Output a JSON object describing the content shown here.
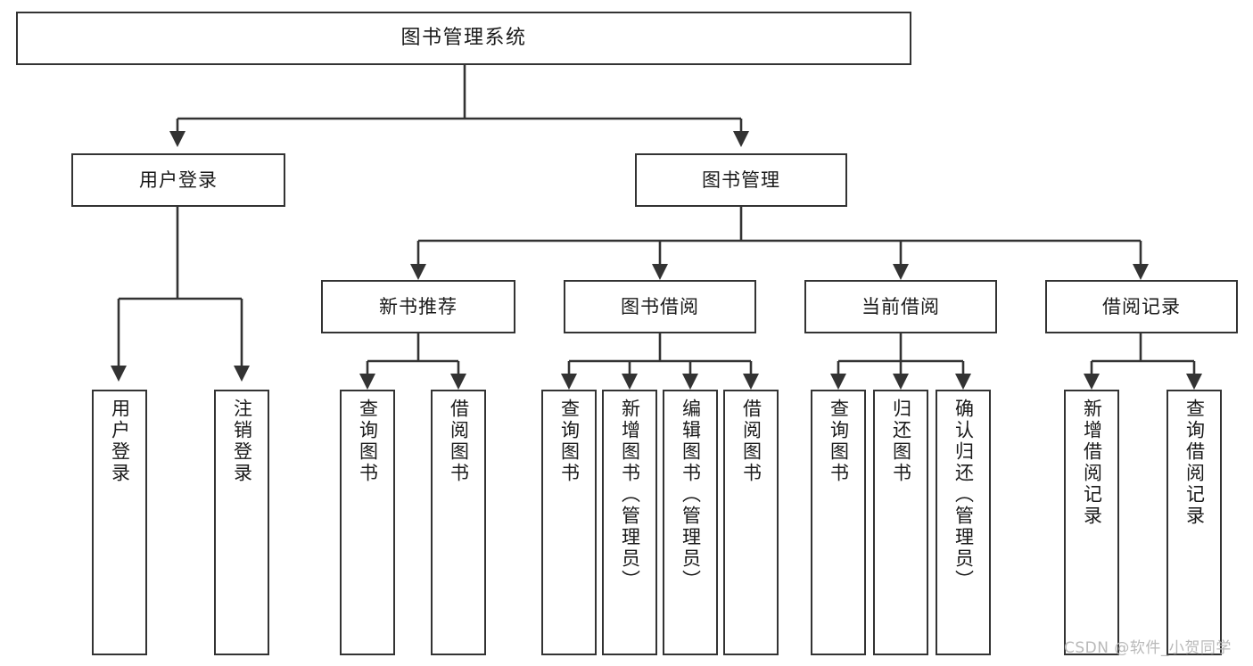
{
  "diagram": {
    "type": "tree",
    "title": "图书管理系统",
    "watermark": "CSDN @软件_小贺同学",
    "colors": {
      "background": "#ffffff",
      "node_border": "#333333",
      "node_fill": "#ffffff",
      "edge": "#333333",
      "text": "#1a1a1a",
      "watermark": "#b9b9b9"
    },
    "nodes": {
      "root": {
        "label": "图书管理系统"
      },
      "level2": [
        {
          "id": "user-login",
          "label": "用户登录"
        },
        {
          "id": "book-management",
          "label": "图书管理"
        }
      ],
      "level3": [
        {
          "id": "new-book-recommend",
          "label": "新书推荐"
        },
        {
          "id": "book-borrow",
          "label": "图书借阅"
        },
        {
          "id": "current-borrow",
          "label": "当前借阅"
        },
        {
          "id": "borrow-record",
          "label": "借阅记录"
        }
      ],
      "leaves": {
        "user_login": [
          {
            "id": "leaf-user-login",
            "label": "用户登录"
          },
          {
            "id": "leaf-logout-login",
            "label": "注销登录"
          }
        ],
        "new_book_recommend": [
          {
            "id": "leaf-query-book-1",
            "label": "查询图书"
          },
          {
            "id": "leaf-borrow-book-1",
            "label": "借阅图书"
          }
        ],
        "book_borrow": [
          {
            "id": "leaf-query-book-2",
            "label": "查询图书"
          },
          {
            "id": "leaf-add-book",
            "label": "新增图书（管理员）"
          },
          {
            "id": "leaf-edit-book",
            "label": "编辑图书（管理员）"
          },
          {
            "id": "leaf-borrow-book-2",
            "label": "借阅图书"
          }
        ],
        "current_borrow": [
          {
            "id": "leaf-query-book-3",
            "label": "查询图书"
          },
          {
            "id": "leaf-return-book",
            "label": "归还图书"
          },
          {
            "id": "leaf-confirm-return",
            "label": "确认归还（管理员）"
          }
        ],
        "borrow_record": [
          {
            "id": "leaf-add-record",
            "label": "新增借阅记录"
          },
          {
            "id": "leaf-query-record",
            "label": "查询借阅记录"
          }
        ]
      }
    }
  }
}
